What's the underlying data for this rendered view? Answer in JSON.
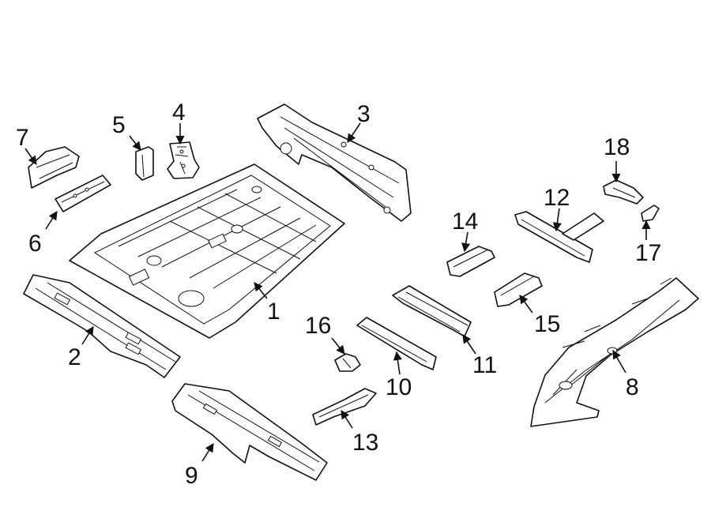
{
  "colors": {
    "line": "#111111",
    "background": "#ffffff"
  },
  "callouts": {
    "c1": "1",
    "c2": "2",
    "c3": "3",
    "c4": "4",
    "c5": "5",
    "c6": "6",
    "c7": "7",
    "c8": "8",
    "c9": "9",
    "c10": "10",
    "c11": "11",
    "c12": "12",
    "c13": "13",
    "c14": "14",
    "c15": "15",
    "c16": "16",
    "c17": "17",
    "c18": "18"
  }
}
